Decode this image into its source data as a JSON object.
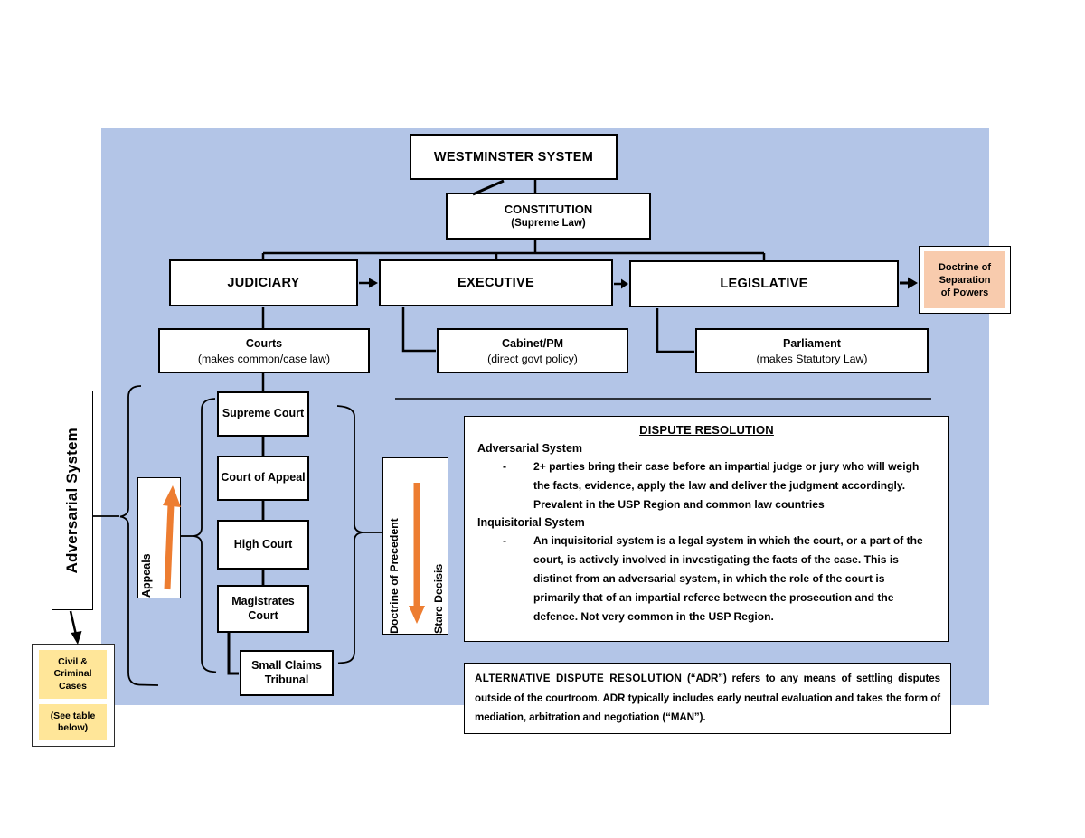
{
  "colors": {
    "canvas_bg": "#FFFFFF",
    "panel_bg": "#B3C5E7",
    "box_border": "#000000",
    "separation_fill": "#F8CBAD",
    "cases_fill": "#FFE699",
    "arrow_orange": "#ED7D31"
  },
  "diagram": {
    "title_box": "WESTMINSTER SYSTEM",
    "constitution": {
      "label": "CONSTITUTION",
      "sub": "(Supreme Law)"
    },
    "branches": [
      {
        "label": "JUDICIARY"
      },
      {
        "label": "EXECUTIVE"
      },
      {
        "label": "LEGISLATIVE"
      }
    ],
    "separation_box": {
      "lines": [
        "Doctrine of",
        "Separation",
        "of Powers"
      ]
    },
    "branch_subs": [
      {
        "label": "Courts",
        "sub": "(makes common/case law)"
      },
      {
        "label": "Cabinet/PM",
        "sub": "(direct govt policy)"
      },
      {
        "label": "Parliament",
        "sub": "(makes Statutory Law)"
      }
    ],
    "courts": [
      "Supreme Court",
      "Court of Appeal",
      "High Court",
      "Magistrates Court",
      "Small Claims Tribunal"
    ],
    "adversarial_label": "Adversarial System",
    "appeals_label": "Appeals",
    "precedent_label": "Doctrine of Precedent",
    "stare_label": "Stare Decisis",
    "cases_box": {
      "line1": "Civil & Criminal Cases",
      "line2": "(See table below)"
    }
  },
  "dispute": {
    "title": "DISPUTE RESOLUTION",
    "bullet_marker": "-",
    "sections": [
      {
        "heading": "Adversarial System",
        "text": "2+ parties bring their case before an impartial judge or jury who will weigh the facts, evidence, apply the law and deliver the judgment accordingly.  Prevalent in the USP Region and common law countries"
      },
      {
        "heading": "Inquisitorial System",
        "text": "An inquisitorial system is a legal system in which the court, or a part of the court, is actively involved in investigating the facts of the case. This is distinct from an adversarial system, in which the role of the court is primarily that of an impartial referee between the prosecution and the defence. Not very common in the USP Region."
      }
    ]
  },
  "adr": {
    "title": "ALTERNATIVE DISPUTE RESOLUTION",
    "body": "(“ADR”) refers to any means of settling disputes outside of the courtroom. ADR typically includes early neutral evaluation and takes the form of mediation, arbitration and negotiation (“MAN”)."
  }
}
